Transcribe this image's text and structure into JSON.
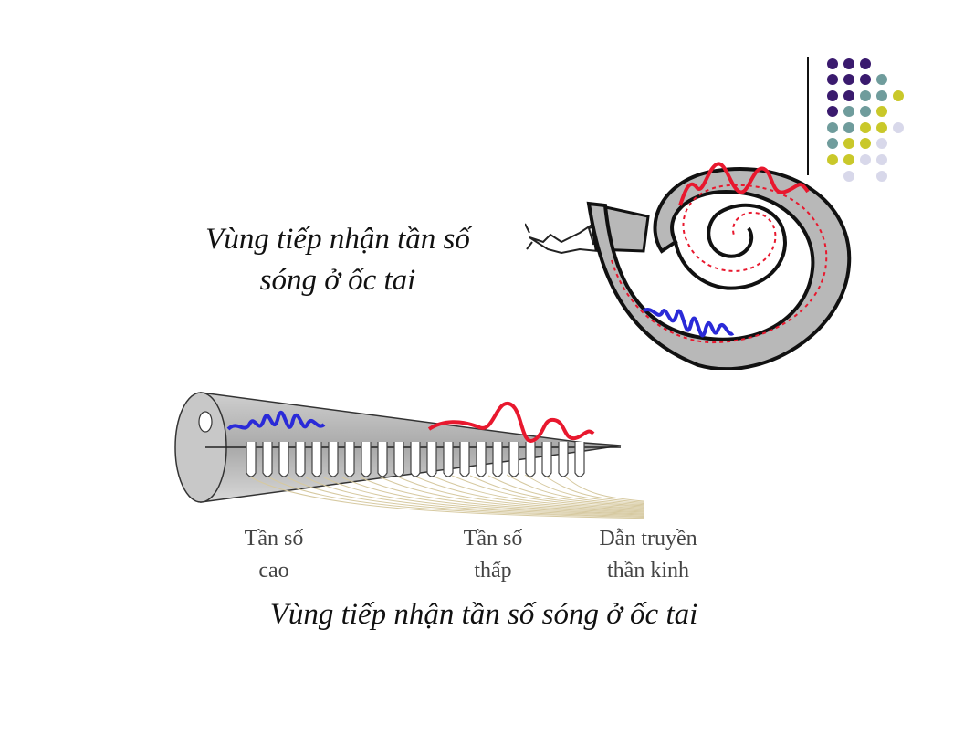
{
  "slide": {
    "title_lines": [
      "Vùng tiếp nhận tần số",
      "sóng ở ốc tai"
    ],
    "labels": {
      "high_freq_line1": "Tần số",
      "high_freq_line2": "cao",
      "low_freq_line1": "Tần số",
      "low_freq_line2": "thấp",
      "nerve_line1": "Dẫn truyền",
      "nerve_line2": "thần kinh"
    },
    "caption": "Vùng tiếp nhận tần số sóng ở ốc tai"
  },
  "colors": {
    "purple": "#3a1a6e",
    "teal": "#6f9c9c",
    "yellow": "#c9c82a",
    "lavender": "#d8d8ea",
    "wave_red": "#e8182e",
    "wave_blue": "#2a2ad8",
    "cochlea_gray": "#b8b8b8"
  }
}
